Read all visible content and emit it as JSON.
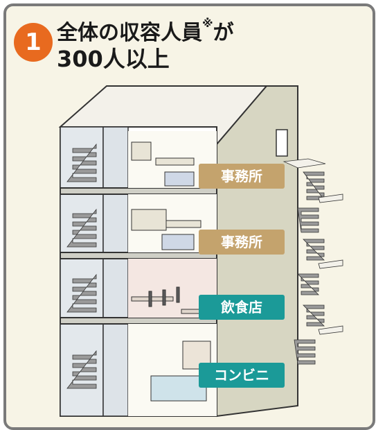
{
  "badge": {
    "number": "1"
  },
  "title": {
    "line1": "全体の収容人員",
    "note_mark": "※",
    "line1_end": "が",
    "line2": "300人以上"
  },
  "floors": [
    {
      "label": "事務所",
      "color": "#c4a36d"
    },
    {
      "label": "事務所",
      "color": "#c4a36d"
    },
    {
      "label": "飲食店",
      "color": "#1b9a98"
    },
    {
      "label": "コンビニ",
      "color": "#1b9a98"
    }
  ],
  "colors": {
    "accent": "#e86a1f",
    "frame": "#7a7a7a",
    "background": "#f7f4e6"
  }
}
